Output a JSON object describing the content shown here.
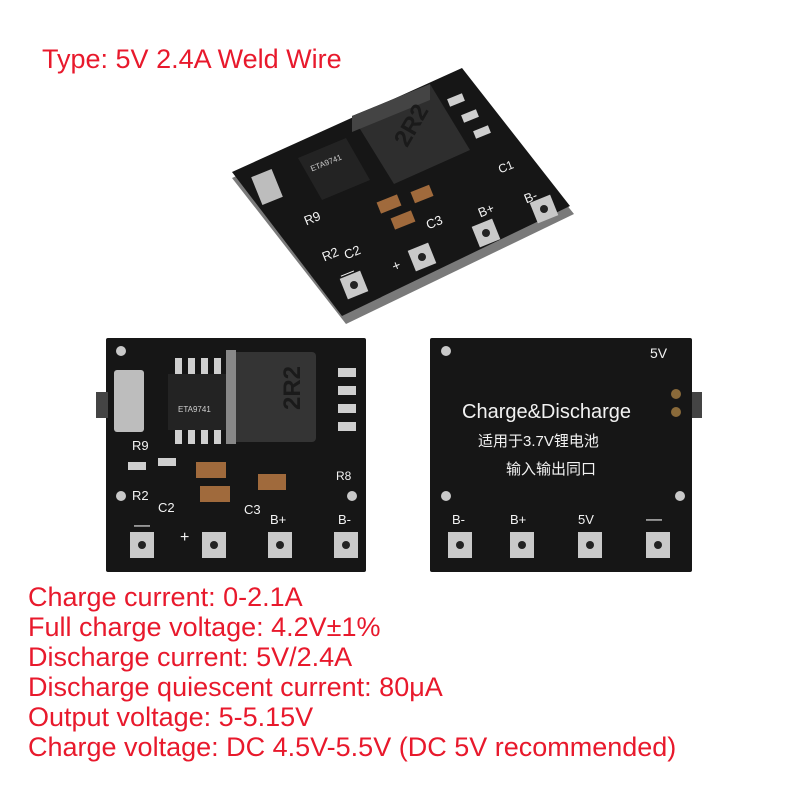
{
  "title": "Type: 5V 2.4A Weld Wire",
  "specs": [
    "Charge current: 0-2.1A",
    "Full charge voltage: 4.2V±1%",
    "Discharge current: 5V/2.4A",
    "Discharge quiescent current: 80μA",
    "Output voltage: 5-5.15V",
    "Charge voltage: DC 4.5V-5.5V (DC 5V recommended)"
  ],
  "board_top": {
    "inductor_marking": "2R2",
    "labels": [
      "R9",
      "R2",
      "C2",
      "C3",
      "B+",
      "B-",
      "C1",
      "—",
      "+"
    ]
  },
  "board_front": {
    "inductor_marking": "2R2",
    "labels": [
      "R9",
      "R2",
      "C2",
      "C3",
      "B+",
      "B-",
      "R8",
      "—",
      "+"
    ]
  },
  "board_back": {
    "label_5v": "5V",
    "heading": "Charge&Discharge",
    "line1": "适用于3.7V锂电池",
    "line2": "输入输出同口",
    "pads": [
      "B-",
      "B+",
      "5V",
      "—"
    ]
  },
  "colors": {
    "text": "#e8192c",
    "pcb": "#141414",
    "pad": "#c9c9c9"
  }
}
